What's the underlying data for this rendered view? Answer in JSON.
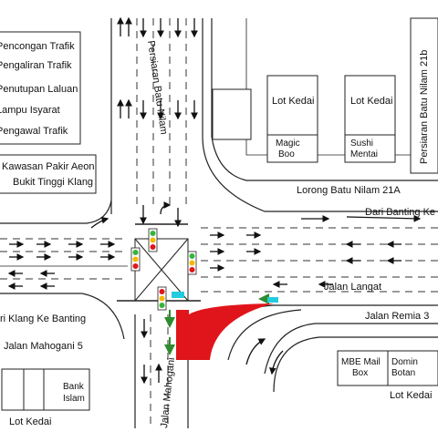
{
  "legend": {
    "items": [
      "Pencongan Trafik",
      "Pengaliran Trafik",
      "Penutupan Laluan",
      "Lampu Isyarat",
      "Pengawal Trafik"
    ]
  },
  "roads": {
    "batu_nilam": "Persiaran Batu Nilam",
    "batu_nilam_21b": "Persiaran Batu Nilam 21b",
    "lorong_21a": "Lorong Batu Nilam 21A",
    "dari_banting": "Dari Banting Ke",
    "jalan_langat": "Jalan Langat",
    "klang_ke_banting": "ri Klang Ke Banting",
    "mahogani_5": "Jalan Mahogani 5",
    "jalan_mahogani": "Jalan Mahogani",
    "remia_3": "Jalan Remia 3"
  },
  "places": {
    "pakir_aeon": [
      "Kawasan Pakir Aeon",
      "Bukit Tinggi Klang"
    ],
    "lot_kedai_1": "Lot Kedai",
    "lot_kedai_2": "Lot Kedai",
    "lot_kedai_3": "Lot Kedai",
    "lot_kedai_4": "Lot Kedai",
    "magic_boo": [
      "Magic",
      "Boo"
    ],
    "sushi_mentai": [
      "Sushi",
      "Mentai"
    ],
    "bank_islam": [
      "Bank",
      "Islam"
    ],
    "mbe": [
      "MBE Mail",
      "Box"
    ],
    "domino": [
      "Domin",
      "Botan"
    ]
  },
  "colors": {
    "closure": "#e0151b",
    "signal_red": "#e0151b",
    "signal_amber": "#f5b800",
    "signal_green": "#33b53a",
    "diversion_arrow": "#2e8b2e",
    "controller": "#22ccdd"
  }
}
